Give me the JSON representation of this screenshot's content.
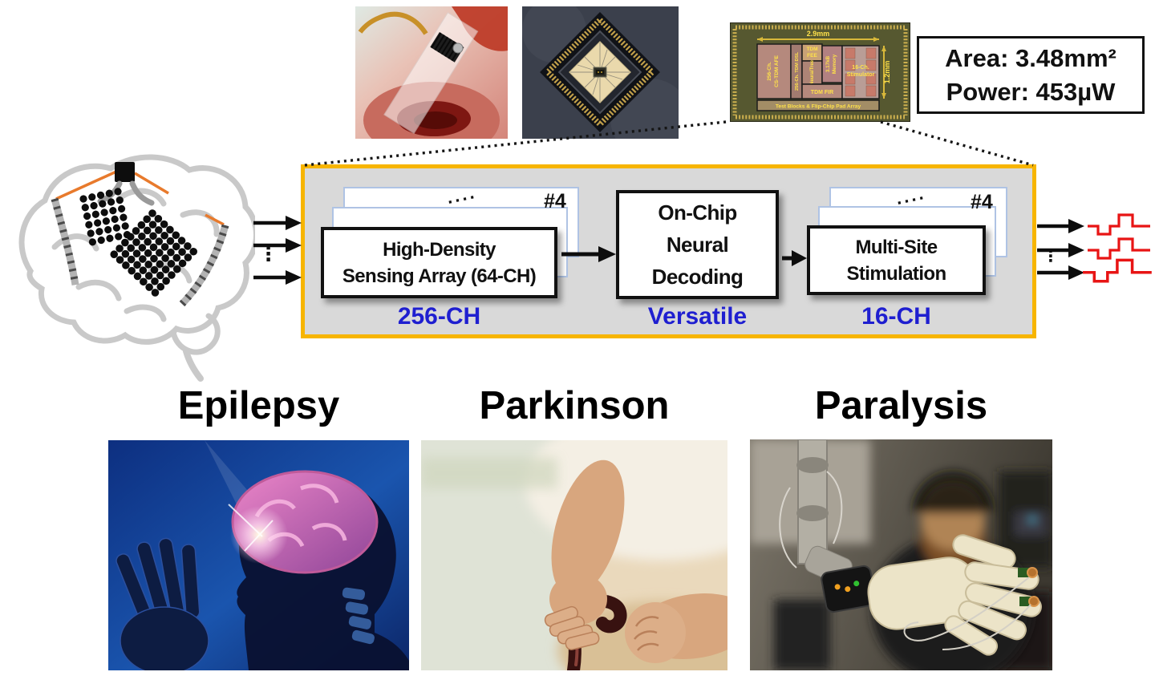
{
  "colors": {
    "diagram_bg": "#D9D9D9",
    "diagram_border": "#F7B500",
    "accent_blue": "#1F1FD0",
    "pulse_red": "#E81414",
    "card_border": "#AFC3E4",
    "block_border": "#111111"
  },
  "specs": {
    "area": "Area: 3.48mm²",
    "power": "Power: 453µW"
  },
  "die": {
    "dim_w": "2.9mm",
    "dim_h": "1.2mm",
    "afe_l1": "256-Ch.",
    "afe_l2": "CS-TDM AFE",
    "dsl": "256-Ch. TDM DSL",
    "fee_l1": "TDM",
    "fee_l2": "FEE",
    "tree": "NeuralTree",
    "mem_l1": "3.17kB",
    "mem_l2": "Memory",
    "fir": "TDM FIR",
    "stim_l1": "16-Ch.",
    "stim_l2": "Stimulator",
    "pads": "Test Blocks & Flip-Chip Pad Array"
  },
  "diagram": {
    "sensing": {
      "line1": "High-Density",
      "line2": "Sensing Array (64-CH)",
      "dots": "····",
      "count": "#4",
      "label": "256-CH"
    },
    "decoding": {
      "line1": "On-Chip",
      "line2": "Neural",
      "line3": "Decoding",
      "label": "Versatile"
    },
    "stimulation": {
      "line1": "Multi-Site",
      "line2": "Stimulation",
      "dots": "····",
      "count": "#4",
      "label": "16-CH"
    },
    "input_dots": "⋮",
    "output_dots": "⋮"
  },
  "applications": [
    {
      "label": "Epilepsy"
    },
    {
      "label": "Parkinson"
    },
    {
      "label": "Paralysis"
    }
  ]
}
